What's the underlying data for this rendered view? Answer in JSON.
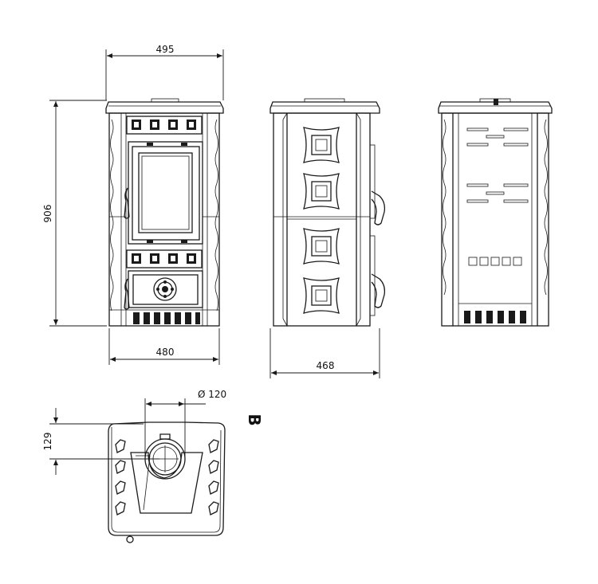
{
  "dimensions": {
    "top_width": "495",
    "height": "906",
    "base_width": "480",
    "depth": "468",
    "flue_diameter": "Ø  120",
    "flue_offset": "129"
  },
  "views": {
    "plan_label": "B"
  },
  "colors": {
    "line": "#1a1a1a",
    "background": "#ffffff"
  }
}
